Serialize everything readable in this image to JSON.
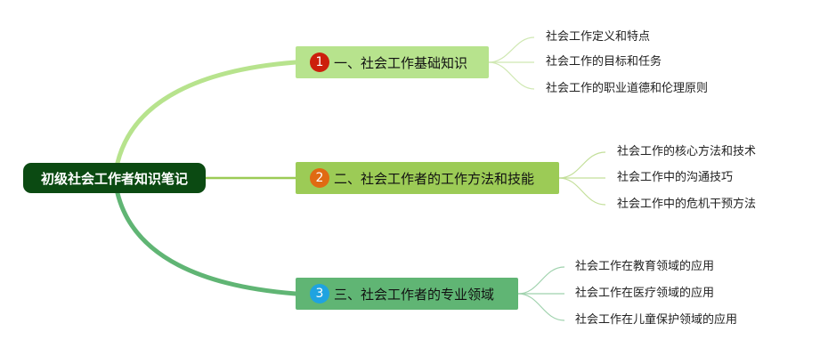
{
  "root": {
    "label": "初级社会工作者知识笔记",
    "color": "#0b4a12"
  },
  "branches": [
    {
      "number": "1",
      "badge_color": "#cc1f0c",
      "fill": "#b7e38d",
      "label": "一、社会工作基础知识",
      "children": [
        "社会工作定义和特点",
        "社会工作的目标和任务",
        "社会工作的职业道德和伦理原则"
      ]
    },
    {
      "number": "2",
      "badge_color": "#e06a12",
      "fill": "#9ccb56",
      "label": "二、社会工作者的工作方法和技能",
      "children": [
        "社会工作的核心方法和技术",
        "社会工作中的沟通技巧",
        "社会工作中的危机干预方法"
      ]
    },
    {
      "number": "3",
      "badge_color": "#1fa3e0",
      "fill": "#60b574",
      "label": "三、社会工作者的专业领域",
      "children": [
        "社会工作在教育领域的应用",
        "社会工作在医疗领域的应用",
        "社会工作在儿童保护领域的应用"
      ]
    }
  ]
}
